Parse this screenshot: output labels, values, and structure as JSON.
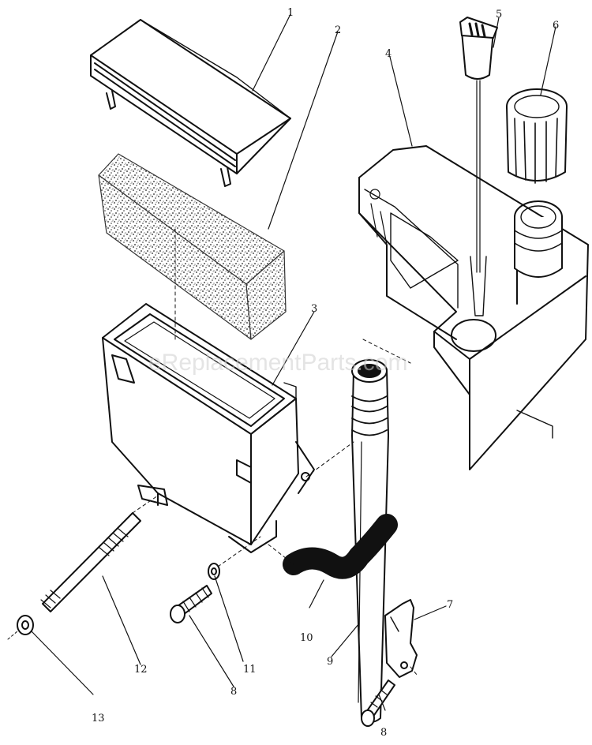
{
  "watermark": "eReplacementParts.com",
  "colors": {
    "ink": "#111111",
    "fill": "#ffffff",
    "foam": "#9a9a9a",
    "hose": "#111111"
  },
  "callouts": {
    "c1": "1",
    "c2": "2",
    "c3": "3",
    "c4": "4",
    "c5": "5",
    "c6": "6",
    "c7": "7",
    "c8a": "8",
    "c8b": "8",
    "c9": "9",
    "c10": "10",
    "c11": "11",
    "c12": "12",
    "c13": "13"
  }
}
